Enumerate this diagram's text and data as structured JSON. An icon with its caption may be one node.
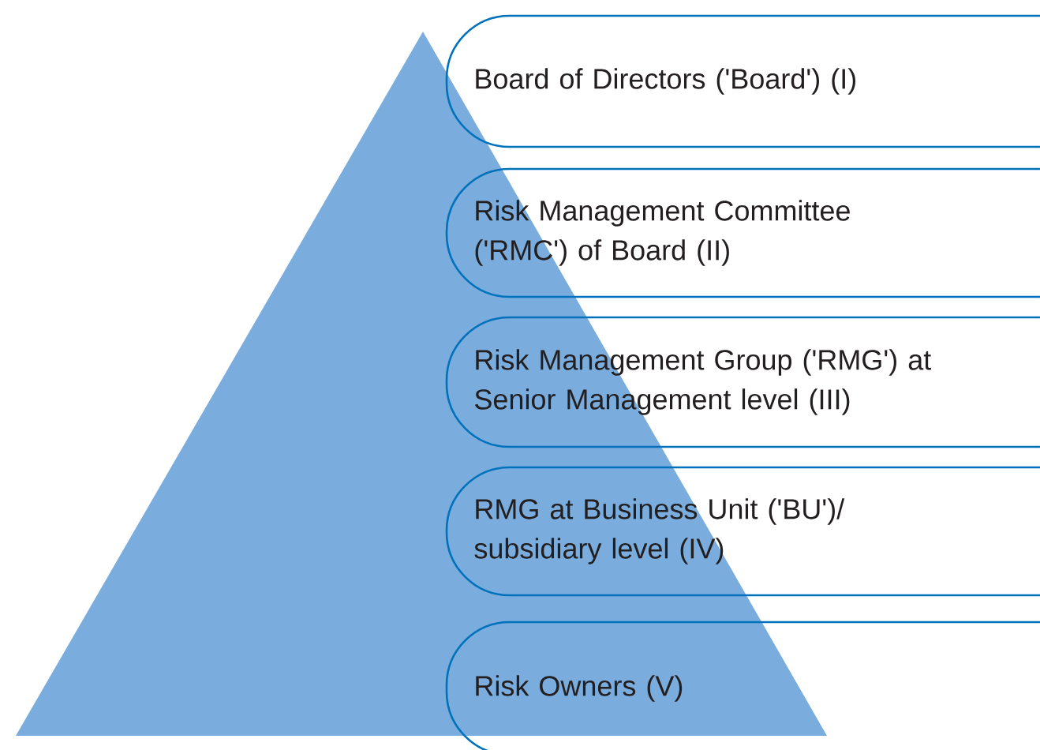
{
  "diagram": {
    "nodes": [
      {
        "text": [
          "Board of Directors ('Board') (I)"
        ]
      },
      {
        "text": [
          "Risk Management Committee ('RMC') of Board (II)"
        ]
      },
      {
        "text": [
          "Risk Management Group ('RMG') at Senior Management level (III)"
        ]
      },
      {
        "text": [
          "RMG at Business Unit ('BU')/ subsidiary level (IV)"
        ]
      },
      {
        "text": [
          "Risk Owners (V)"
        ]
      }
    ]
  }
}
